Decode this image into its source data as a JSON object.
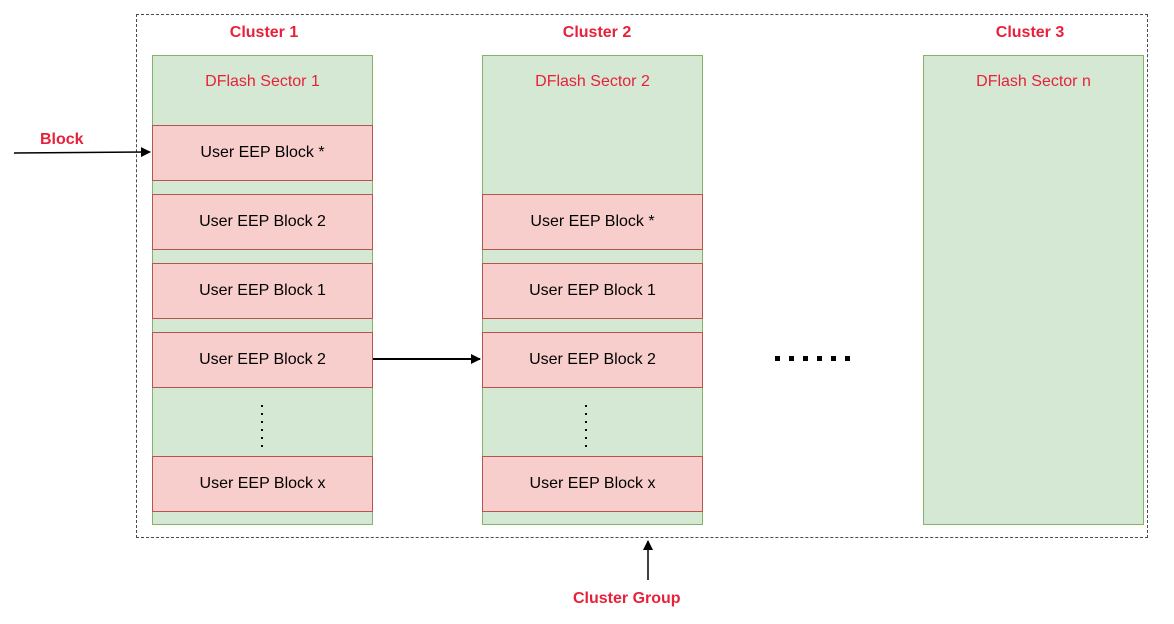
{
  "clusters": [
    {
      "label": "Cluster 1",
      "sector_title": "DFlash Sector 1"
    },
    {
      "label": "Cluster 2",
      "sector_title": "DFlash Sector 2"
    },
    {
      "label": "Cluster 3",
      "sector_title": "DFlash Sector n"
    }
  ],
  "sector1_blocks": [
    "User EEP Block *",
    "User EEP Block 2",
    "User EEP Block 1",
    "User EEP Block 2",
    "User EEP Block x"
  ],
  "sector2_blocks": [
    "User EEP Block *",
    "User EEP Block 1",
    "User EEP Block 2",
    "User EEP Block x"
  ],
  "annotations": {
    "block_label": "Block",
    "cluster_group_label": "Cluster Group"
  },
  "colors": {
    "label_red": "#e8213a",
    "sector_fill": "#d5e8d4",
    "sector_border": "#82b366",
    "block_fill": "#f8cecc",
    "block_border": "#b85450"
  }
}
